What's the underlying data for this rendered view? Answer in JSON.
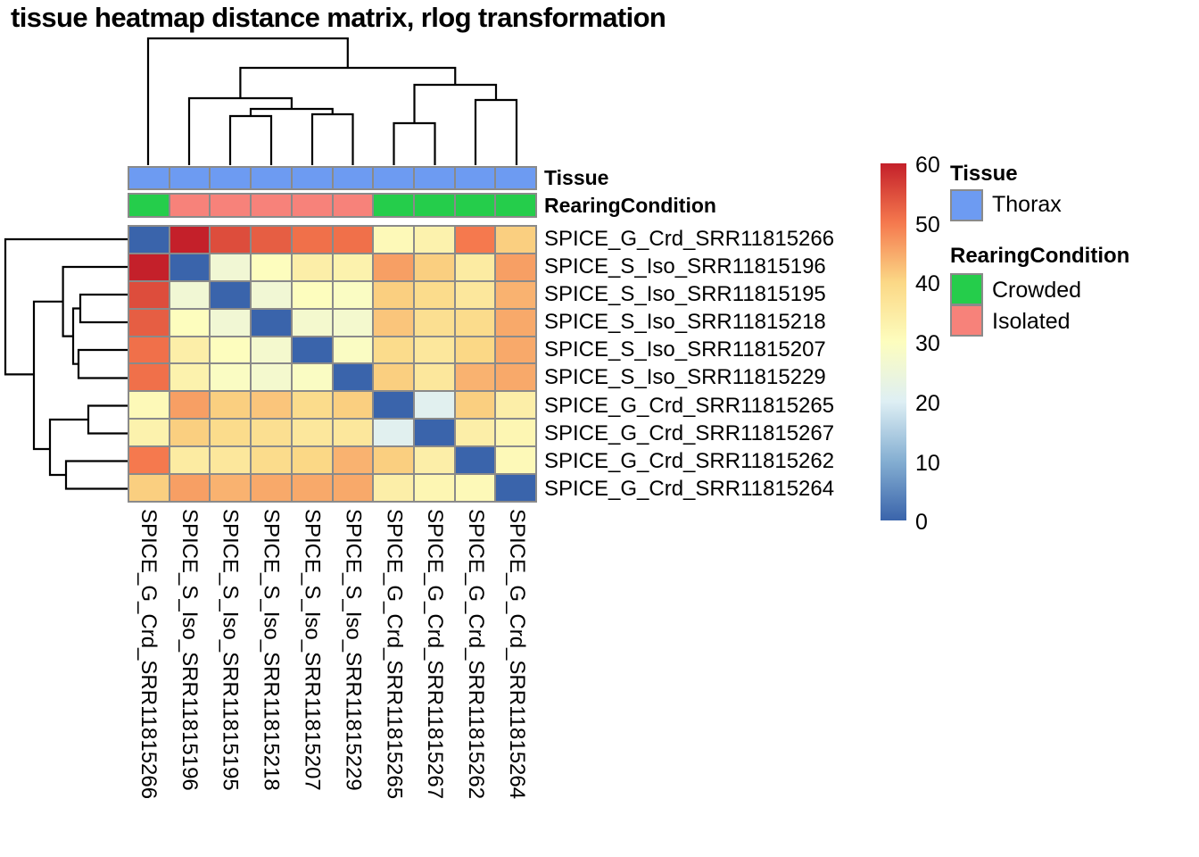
{
  "title": "tissue heatmap distance matrix, rlog transformation",
  "samples": [
    "SPICE_G_Crd_SRR11815266",
    "SPICE_S_Iso_SRR11815196",
    "SPICE_S_Iso_SRR11815195",
    "SPICE_S_Iso_SRR11815218",
    "SPICE_S_Iso_SRR11815207",
    "SPICE_S_Iso_SRR11815229",
    "SPICE_G_Crd_SRR11815265",
    "SPICE_G_Crd_SRR11815267",
    "SPICE_G_Crd_SRR11815262",
    "SPICE_G_Crd_SRR11815264"
  ],
  "annotation_tracks": {
    "tissue_label": "Tissue",
    "rearing_label": "RearingCondition",
    "tissue_values": [
      "Thorax",
      "Thorax",
      "Thorax",
      "Thorax",
      "Thorax",
      "Thorax",
      "Thorax",
      "Thorax",
      "Thorax",
      "Thorax"
    ],
    "rearing_values": [
      "Crowded",
      "Isolated",
      "Isolated",
      "Isolated",
      "Isolated",
      "Isolated",
      "Crowded",
      "Crowded",
      "Crowded",
      "Crowded"
    ]
  },
  "annotation_colors": {
    "Thorax": "#6D9BF2",
    "Crowded": "#25CD4B",
    "Isolated": "#F7827A"
  },
  "legend": {
    "tissue_title": "Tissue",
    "thorax_label": "Thorax",
    "rearing_title": "RearingCondition",
    "crowded_label": "Crowded",
    "isolated_label": "Isolated"
  },
  "colorbar": {
    "ticks": [
      "60",
      "50",
      "40",
      "30",
      "20",
      "10",
      "0"
    ]
  },
  "chart_data": {
    "type": "heatmap",
    "title": "tissue heatmap distance matrix, rlog transformation",
    "rows": [
      "SPICE_G_Crd_SRR11815266",
      "SPICE_S_Iso_SRR11815196",
      "SPICE_S_Iso_SRR11815195",
      "SPICE_S_Iso_SRR11815218",
      "SPICE_S_Iso_SRR11815207",
      "SPICE_S_Iso_SRR11815229",
      "SPICE_G_Crd_SRR11815265",
      "SPICE_G_Crd_SRR11815267",
      "SPICE_G_Crd_SRR11815262",
      "SPICE_G_Crd_SRR11815264"
    ],
    "columns": [
      "SPICE_G_Crd_SRR11815266",
      "SPICE_S_Iso_SRR11815196",
      "SPICE_S_Iso_SRR11815195",
      "SPICE_S_Iso_SRR11815218",
      "SPICE_S_Iso_SRR11815207",
      "SPICE_S_Iso_SRR11815229",
      "SPICE_G_Crd_SRR11815265",
      "SPICE_G_Crd_SRR11815267",
      "SPICE_G_Crd_SRR11815262",
      "SPICE_G_Crd_SRR11815264"
    ],
    "values": [
      [
        0,
        60,
        55,
        53,
        51,
        51,
        31,
        33,
        50,
        41
      ],
      [
        60,
        0,
        26,
        30,
        34,
        33,
        46,
        41,
        35,
        46
      ],
      [
        55,
        26,
        0,
        26,
        30,
        29,
        41,
        39,
        36,
        44
      ],
      [
        53,
        30,
        26,
        0,
        27,
        27,
        42,
        38,
        39,
        45
      ],
      [
        51,
        34,
        30,
        27,
        0,
        29,
        39,
        36,
        40,
        45
      ],
      [
        51,
        33,
        29,
        27,
        29,
        0,
        41,
        36,
        44,
        45
      ],
      [
        31,
        46,
        41,
        42,
        39,
        41,
        0,
        21,
        41,
        34
      ],
      [
        33,
        41,
        39,
        38,
        36,
        36,
        21,
        0,
        34,
        32
      ],
      [
        50,
        35,
        36,
        39,
        40,
        44,
        41,
        34,
        0,
        31
      ],
      [
        41,
        46,
        44,
        45,
        45,
        45,
        34,
        32,
        31,
        0
      ]
    ],
    "scale": {
      "min": 0,
      "max": 60,
      "anchors": [
        [
          0,
          "#3A64AB"
        ],
        [
          10,
          "#85AFD2"
        ],
        [
          20,
          "#DEEFF4"
        ],
        [
          30,
          "#FDFDBE"
        ],
        [
          40,
          "#FBD886"
        ],
        [
          50,
          "#F5794E"
        ],
        [
          60,
          "#C4202A"
        ]
      ]
    },
    "row_annotations": {
      "Tissue": [
        "Thorax",
        "Thorax",
        "Thorax",
        "Thorax",
        "Thorax",
        "Thorax",
        "Thorax",
        "Thorax",
        "Thorax",
        "Thorax"
      ],
      "RearingCondition": [
        "Crowded",
        "Isolated",
        "Isolated",
        "Isolated",
        "Isolated",
        "Isolated",
        "Crowded",
        "Crowded",
        "Crowded",
        "Crowded"
      ]
    },
    "column_dendrogram_newick": "(SRR11815266,((SRR11815196,((SRR11815195,SRR11815218),(SRR11815207,SRR11815229))),((SRR11815265,SRR11815267),(SRR11815262,SRR11815264))))",
    "row_dendrogram_newick": "(SRR11815266,((SRR11815196,((SRR11815195,SRR11815218),(SRR11815207,SRR11815229))),((SRR11815265,SRR11815267),(SRR11815262,SRR11815264))))",
    "legend_position": "right",
    "grid": "gray cell borders"
  }
}
